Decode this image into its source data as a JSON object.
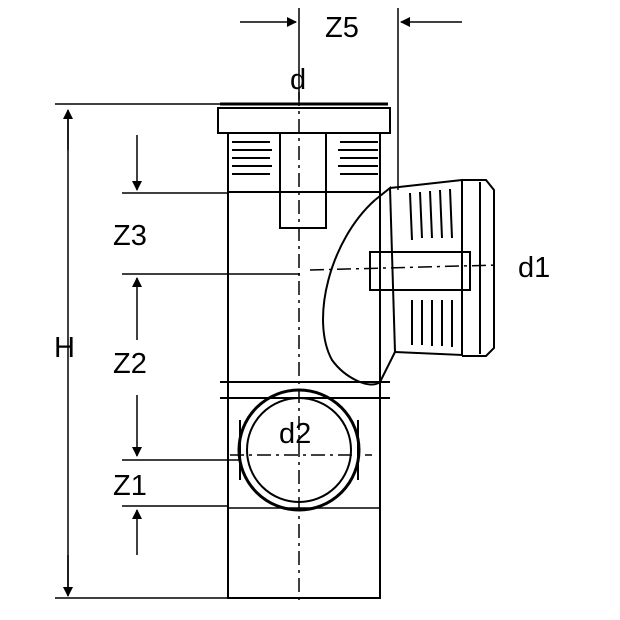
{
  "labels": {
    "z5": "Z5",
    "d": "d",
    "d1": "d1",
    "d2": "d2",
    "z3": "Z3",
    "z2": "Z2",
    "z1": "Z1",
    "h": "H"
  },
  "colors": {
    "ink": "#000000",
    "background": "#ffffff"
  }
}
